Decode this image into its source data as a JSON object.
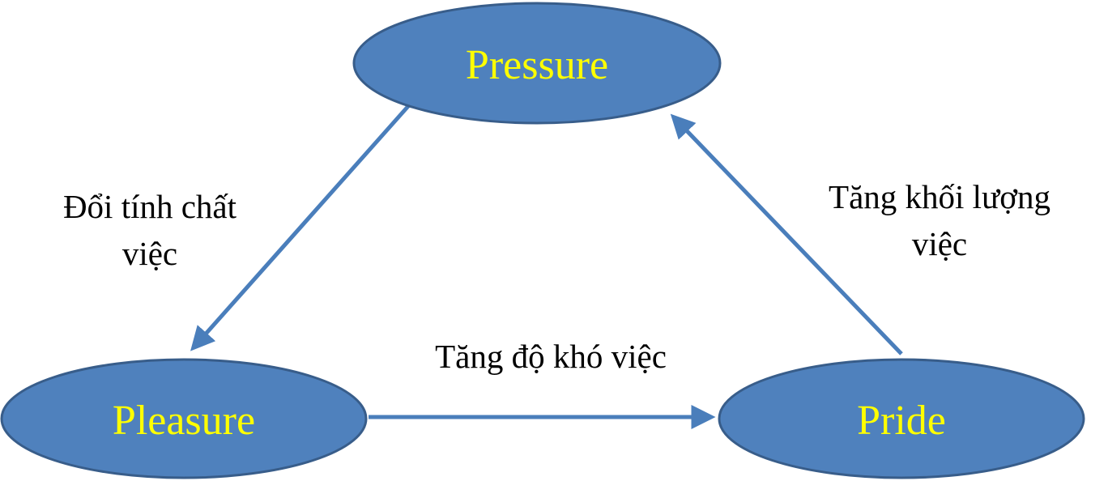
{
  "nodes": {
    "pressure": "Pressure",
    "pleasure": "Pleasure",
    "pride": "Pride"
  },
  "edges": {
    "pressure_to_pleasure": {
      "line1": "Đổi tính chất",
      "line2": "việc"
    },
    "pleasure_to_pride": {
      "line1": "Tăng độ khó việc"
    },
    "pride_to_pressure": {
      "line1": "Tăng khối lượng",
      "line2": "việc"
    }
  },
  "colors": {
    "node_fill": "#4f81bd",
    "node_stroke": "#385d8a",
    "node_text": "#ffff00",
    "arrow": "#4a7ebb"
  }
}
